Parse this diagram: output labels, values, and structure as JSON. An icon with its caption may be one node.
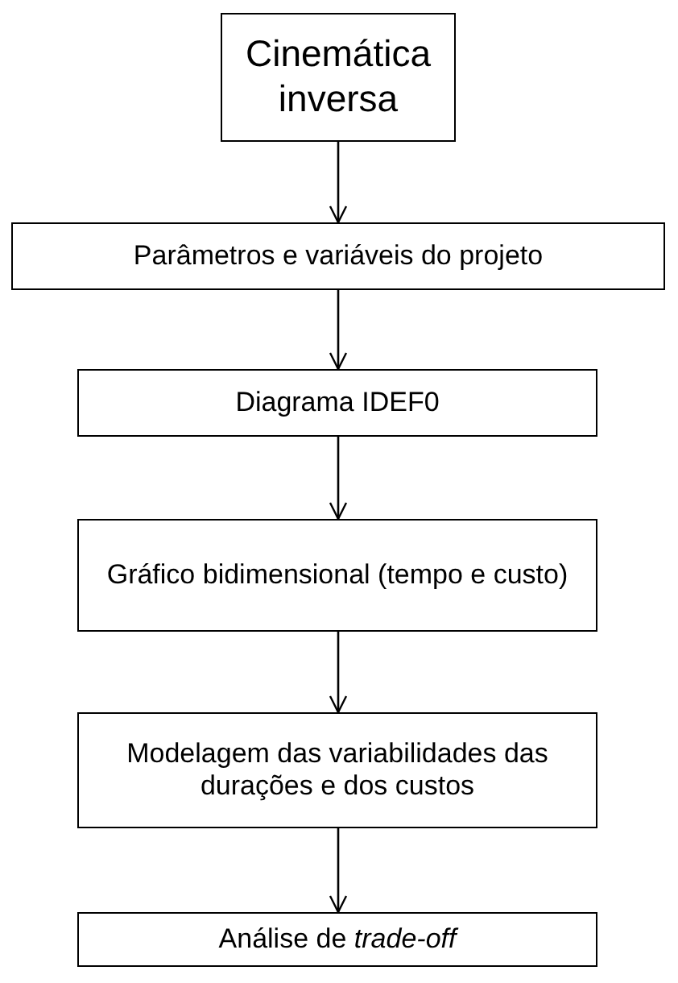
{
  "diagram": {
    "nodes": [
      {
        "text": [
          "Cinemática inversa"
        ]
      },
      {
        "text": [
          "Parâmetros e variáveis do projeto"
        ]
      },
      {
        "text": [
          "Diagrama IDEF0"
        ]
      },
      {
        "text": [
          "Gráfico bidimensional (tempo e custo)"
        ]
      },
      {
        "text": [
          "Modelagem das variabilidades das durações e dos custos"
        ]
      },
      {
        "text": [
          "Análise de *trade-off*"
        ]
      }
    ],
    "edges": [
      {
        "from": 0,
        "to": 1,
        "arrow": "to"
      },
      {
        "from": 1,
        "to": 2,
        "arrow": "to"
      },
      {
        "from": 2,
        "to": 3,
        "arrow": "to"
      },
      {
        "from": 3,
        "to": 4,
        "arrow": "to"
      },
      {
        "from": 4,
        "to": 5,
        "arrow": "to"
      }
    ]
  }
}
